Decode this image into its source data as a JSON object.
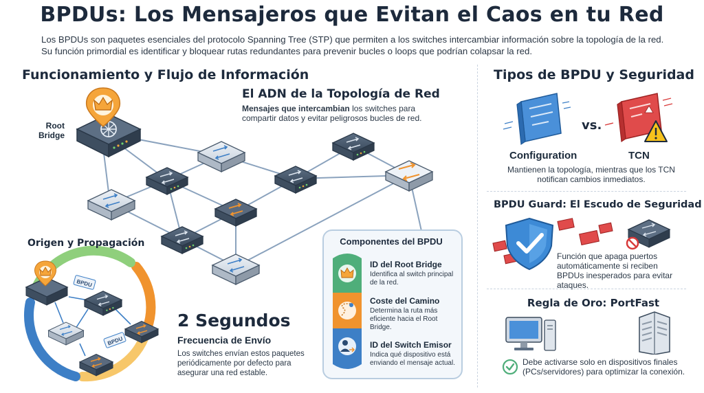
{
  "header": {
    "title": "BPDUs: Los Mensajeros que Evitan el Caos en tu Red",
    "intro": "Los BPDUs son paquetes esenciales del protocolo Spanning Tree (STP) que permiten a los switches intercambiar información sobre la topología de la red. Su función primordial es identificar y bloquear rutas redundantes para prevenir bucles o loops que podrían colapsar la red."
  },
  "left": {
    "section_title": "Funcionamiento y Flujo de Información",
    "root_label_1": "Root",
    "root_label_2": "Bridge",
    "adn_title": "El ADN de la Topología de Red",
    "adn_text_bold": "Mensajes que intercambian",
    "adn_text_rest": " los switches para compartir datos y evitar peligrosos bucles de red.",
    "origin_title": "Origen y Propagación",
    "bpdu_tag": "BPDU",
    "freq_big": "2 Segundos",
    "freq_title": "Frecuencia de Envío",
    "freq_text": "Los switches envían estos paquetes periódicamente por defecto para asegurar una red estable."
  },
  "components": {
    "title": "Componentes del BPDU",
    "items": [
      {
        "title": "ID del Root Bridge",
        "text": "Identifica al switch principal de la red.",
        "icon": "crown-icon",
        "color": "#4fae7a"
      },
      {
        "title": "Coste del Camino",
        "text": "Determina la ruta más eficiente hacia el Root Bridge.",
        "icon": "route-icon",
        "color": "#f0932e"
      },
      {
        "title": "ID del Switch Emisor",
        "text": "Indica qué dispositivo está enviando el mensaje actual.",
        "icon": "user-switch-icon",
        "color": "#3d7fc6"
      }
    ]
  },
  "right": {
    "types_title": "Tipos de BPDU y Seguridad",
    "vs": "vs.",
    "config_label": "Configuration",
    "tcn_label": "TCN",
    "types_text": "Mantienen la topología, mientras que los TCN notifican cambios inmediatos.",
    "guard_title": "BPDU Guard: El Escudo de Seguridad",
    "guard_text": "Función que apaga puertos automáticamente si reciben BPDUs inesperados para evitar ataques.",
    "portfast_title": "Regla de Oro: PortFast",
    "portfast_text": "Debe activarse solo en dispositivos finales (PCs/servidores) para optimizar la conexión."
  },
  "colors": {
    "accent_blue": "#3d7fc6",
    "accent_orange": "#f0932e",
    "accent_green": "#4fae7a",
    "danger_red": "#d83a3a",
    "dark": "#1d2a3c"
  }
}
